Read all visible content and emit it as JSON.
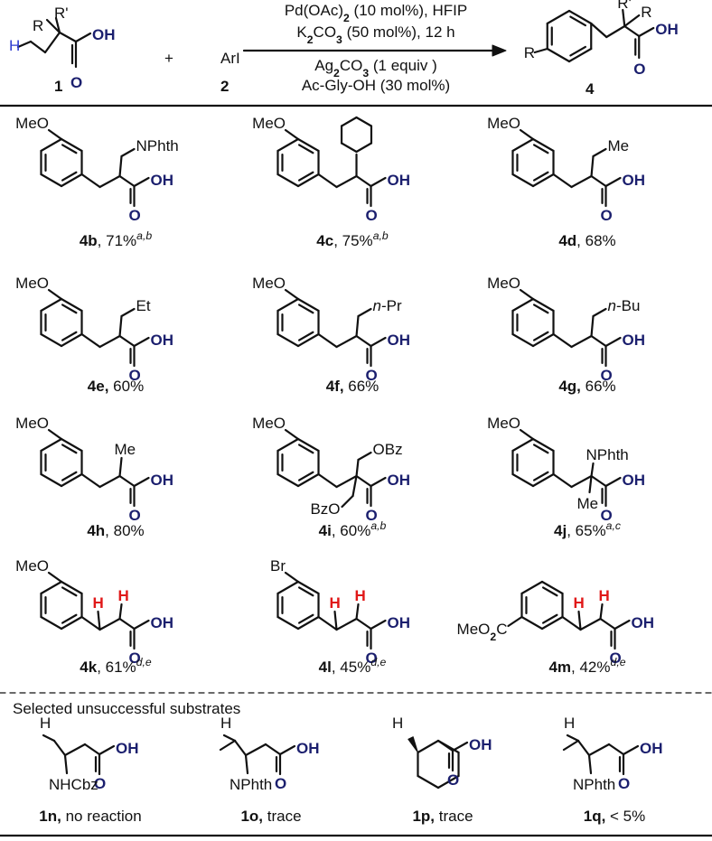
{
  "header": {
    "reactant_1": {
      "substituent_r": "R",
      "substituent_r_prime": "R'",
      "h_label": "H",
      "acid_oh": "OH",
      "acid_o": "O",
      "id": "1"
    },
    "plus": "+",
    "reactant_2": {
      "formula": "ArI",
      "id": "2"
    },
    "conditions_above": [
      "Pd(OAc)2 (10 mol%), HFIP",
      "K2CO3 (50 mol%), 12 h"
    ],
    "conditions_below": [
      "Ag2CO3 (1 equiv )",
      "Ac-Gly-OH (30 mol%)"
    ],
    "product": {
      "ring_r": "R",
      "substituent_r_prime": "R'",
      "substituent_r": "R",
      "acid_oh": "OH",
      "acid_o": "O",
      "id": "4"
    }
  },
  "products": [
    {
      "id": "4b",
      "yield": ", 71%",
      "notes": "a,b",
      "para": "MeO",
      "side": "NPhth"
    },
    {
      "id": "4c",
      "yield": ", 75%",
      "notes": "a,b",
      "para": "MeO",
      "side": ""
    },
    {
      "id": "4d",
      "yield": ", 68%",
      "notes": "",
      "para": "MeO",
      "side": "Me"
    },
    {
      "id": "4e,",
      "yield": " 60%",
      "notes": "",
      "para": "MeO",
      "side": "Et"
    },
    {
      "id": "4f,",
      "yield": " 66%",
      "notes": "",
      "para": "MeO",
      "side_prefix": "n",
      "side": "-Pr"
    },
    {
      "id": "4g,",
      "yield": " 66%",
      "notes": "",
      "para": "MeO",
      "side_prefix": "n",
      "side": "-Bu"
    },
    {
      "id": "4h",
      "yield": ", 80%",
      "notes": "",
      "para": "MeO",
      "side": "Me"
    },
    {
      "id": "4i",
      "yield": ", 60%",
      "notes": "a,b",
      "para": "MeO",
      "side": "OBz",
      "side2": "BzO"
    },
    {
      "id": "4j",
      "yield": ", 65%",
      "notes": "a,c",
      "para": "MeO",
      "side": "NPhth",
      "side2": "Me"
    },
    {
      "id": "4k",
      "yield": ", 61%",
      "notes": "d,e",
      "para": "MeO",
      "h_marks": [
        "H",
        "H"
      ]
    },
    {
      "id": "4l",
      "yield": ", 45%",
      "notes": "d,e",
      "para": "Br",
      "h_marks": [
        "H",
        "H"
      ]
    },
    {
      "id": "4m",
      "yield": ", 42%",
      "notes": "d,e",
      "meta": "MeO2C",
      "h_marks": [
        "H",
        "H"
      ]
    }
  ],
  "unsuccessful": {
    "title": "Selected unsuccessful substrates",
    "items": [
      {
        "id": "1n,",
        "result": " no reaction",
        "h": "H",
        "amine": "NHCbz"
      },
      {
        "id": "1o,",
        "result": " trace",
        "h": "H",
        "amine": "NPhth"
      },
      {
        "id": "1p,",
        "result": " trace",
        "h": "H"
      },
      {
        "id": "1q,",
        "result": " < 5%",
        "h": "H",
        "amine": "NPhth"
      }
    ]
  },
  "common": {
    "oh": "OH",
    "o": "O"
  },
  "colors": {
    "acid_o": "#1b1f6e",
    "highlight_h": "#e01818",
    "ch_h": "#2b3bd0"
  }
}
